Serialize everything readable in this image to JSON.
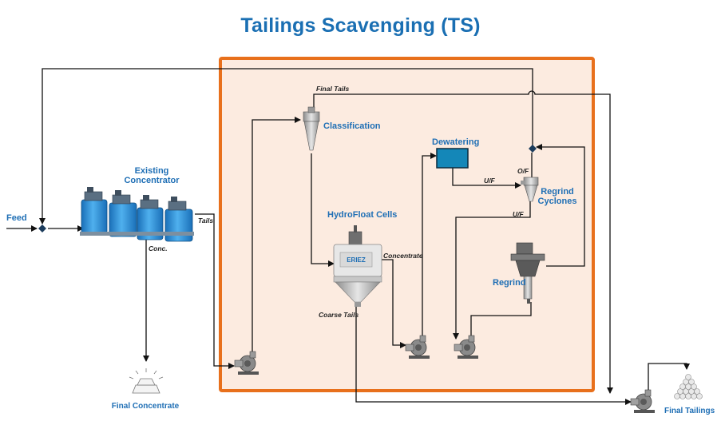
{
  "title": "Tailings Scavenging (TS)",
  "colors": {
    "title": "#1a6fb3",
    "label_blue": "#1f6fb5",
    "highlight_border": "#e8701c",
    "highlight_fill": "#fcebe0",
    "tank": "#2a8fd8",
    "dewatering_box": "#1487b8"
  },
  "labels": {
    "feed": "Feed",
    "existing_concentrator_line1": "Existing",
    "existing_concentrator_line2": "Concentrator",
    "tails": "Tails",
    "conc": "Conc.",
    "final_concentrate": "Final Concentrate",
    "final_tails": "Final Tails",
    "classification": "Classification",
    "dewatering": "Dewatering",
    "uf_1": "U/F",
    "of": "O/F",
    "uf_2": "U/F",
    "regrind_cyclones_line1": "Regrind",
    "regrind_cyclones_line2": "Cyclones",
    "hydrofloat_cells": "HydroFloat Cells",
    "concentrate": "Concentrate",
    "regrind": "Regrind",
    "coarse_tails": "Coarse Tails",
    "final_tailings": "Final Tailings",
    "eriez": "ERIEZ"
  },
  "icons": [
    "flotation-tank-icon",
    "pump-icon",
    "cyclone-icon",
    "hydrofloat-cell-icon",
    "regrind-mill-icon",
    "gold-bars-icon",
    "tailings-pile-icon",
    "junction-diamond-icon"
  ]
}
